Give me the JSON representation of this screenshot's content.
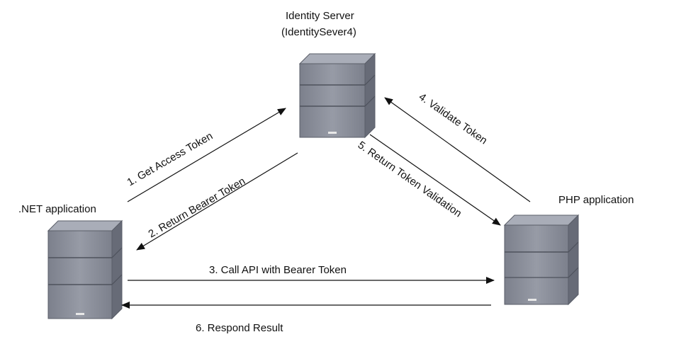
{
  "nodes": {
    "identity_server": {
      "title": "Identity Server",
      "subtitle": "(IdentitySever4)"
    },
    "dotnet_app": {
      "title": ".NET application"
    },
    "php_app": {
      "title": "PHP application"
    }
  },
  "edges": [
    {
      "id": "get-access-token",
      "label": "1. Get Access Token"
    },
    {
      "id": "return-bearer-token",
      "label": "2. Return Bearer Token"
    },
    {
      "id": "call-api",
      "label": "3. Call API with Bearer Token"
    },
    {
      "id": "validate-token",
      "label": "4. Validate Token"
    },
    {
      "id": "return-token-validation",
      "label": "5. Return Token Validation"
    },
    {
      "id": "respond-result",
      "label": "6. Respond Result"
    }
  ],
  "colors": {
    "server_front": "#8e929e",
    "server_side": "#6c707c",
    "server_top": "#a9adb8",
    "line": "#111111"
  }
}
